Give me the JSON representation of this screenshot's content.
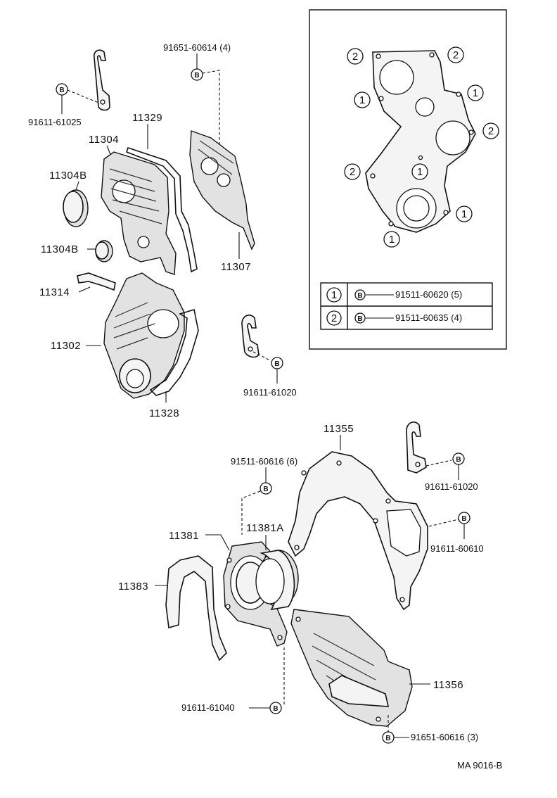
{
  "parts": {
    "p_91651_60614": "91651-60614 (4)",
    "p_91611_61025": "91611-61025",
    "p_11329": "11329",
    "p_11304": "11304",
    "p_11304b_upper": "11304B",
    "p_11304b_lower": "11304B",
    "p_11307": "11307",
    "p_11314": "11314",
    "p_11302": "11302",
    "p_11328": "11328",
    "p_91611_61020_a": "91611-61020",
    "p_11355": "11355",
    "p_91511_60616": "91511-60616 (6)",
    "p_91611_61020_b": "91611-61020",
    "p_91611_60610": "91611-60610",
    "p_11381": "11381",
    "p_11381a": "11381A",
    "p_11383": "11383",
    "p_11356": "11356",
    "p_91611_61040": "91611-61040",
    "p_91651_60616": "91651-60616 (3)"
  },
  "bolt_marker": "B",
  "inset": {
    "callout_1": "1",
    "callout_2": "2",
    "legend": [
      {
        "key": "1",
        "marker": "B",
        "part": "91511-60620 (5)"
      },
      {
        "key": "2",
        "marker": "B",
        "part": "91511-60635 (4)"
      }
    ]
  },
  "figure_code": "MA 9016-B"
}
